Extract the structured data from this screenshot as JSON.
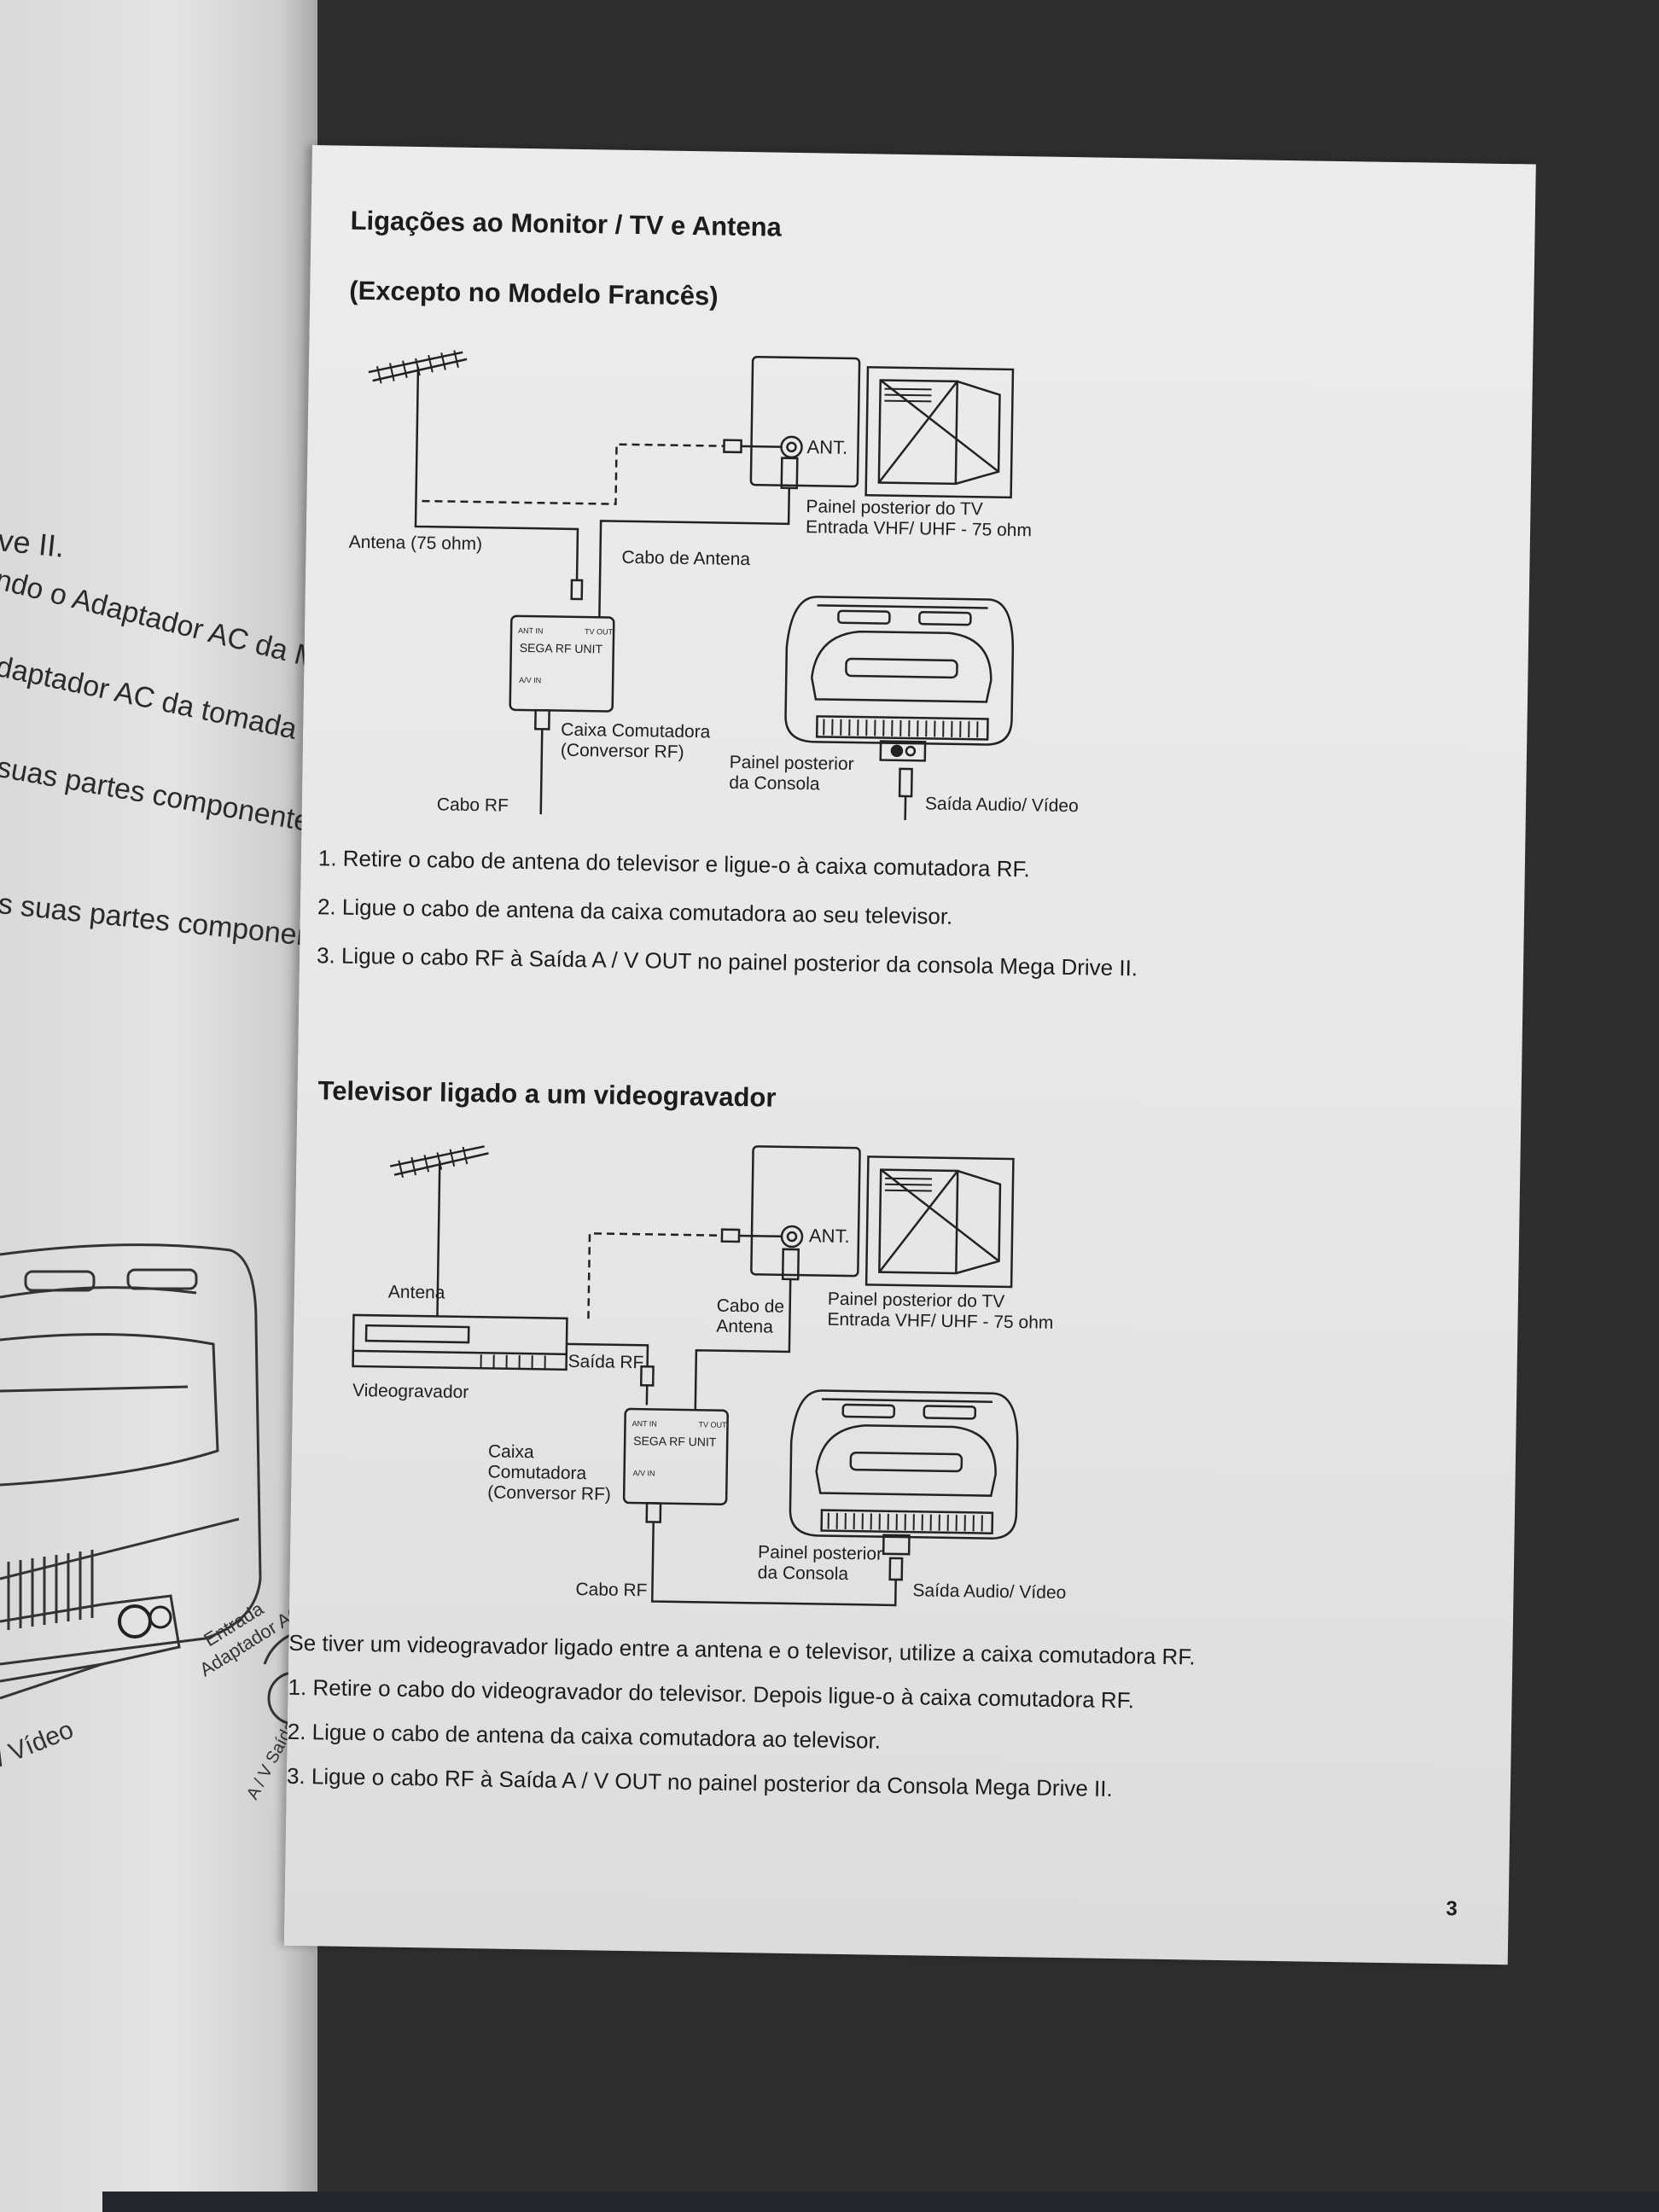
{
  "left_page": {
    "fragments": [
      "ve II.",
      "ndo o Adaptador AC da Mega Drive",
      "daptador AC da tomada de corrente",
      "suas partes componentes à luz solar",
      "s suas partes componentes."
    ],
    "diagram_labels": {
      "entrada": "Entrada",
      "adaptador_ac": "Adaptador AC",
      "video": "/ Vídeo",
      "av_saida": "A / V Saída"
    }
  },
  "page": {
    "title": "Ligações ao Monitor / TV e Antena",
    "subtitle": "(Excepto no Modelo Francês)",
    "diagram1": {
      "antena": "Antena (75 ohm)",
      "ant": "ANT.",
      "painel_tv": "Painel posterior do TV",
      "entrada_vhf": "Entrada VHF/ UHF - 75 ohm",
      "cabo_antena": "Cabo de Antena",
      "unit_name": "SEGA RF UNIT",
      "ant_in": "ANT IN",
      "tv_out": "TV OUT",
      "av_in": "A/V IN",
      "caixa": "Caixa Comutadora",
      "conversor": "(Conversor RF)",
      "painel_consola": "Painel posterior",
      "da_consola": "da Consola",
      "saida_av": "Saída Audio/ Vídeo",
      "cabo_rf": "Cabo RF"
    },
    "steps1": [
      "1. Retire o cabo de antena do televisor e ligue-o à caixa comutadora RF.",
      "2. Ligue o cabo de antena da caixa comutadora ao seu televisor.",
      "3. Ligue o cabo RF à Saída A / V OUT no painel posterior da consola Mega Drive II."
    ],
    "section2_title": "Televisor ligado a um videogravador",
    "diagram2": {
      "antena": "Antena",
      "ant": "ANT.",
      "painel_tv": "Painel posterior do TV",
      "entrada_vhf": "Entrada VHF/ UHF - 75 ohm",
      "cabo_de": "Cabo de",
      "antena2": "Antena",
      "saida_rf": "Saída RF",
      "videogravador": "Videogravador",
      "caixa": "Caixa",
      "comutadora": "Comutadora",
      "conversor": "(Conversor RF)",
      "unit_name": "SEGA RF UNIT",
      "ant_in": "ANT IN",
      "tv_out": "TV OUT",
      "av_in": "A/V IN",
      "painel_consola": "Painel posterior",
      "da_consola": "da Consola",
      "saida_av": "Saída Audio/ Vídeo",
      "cabo_rf": "Cabo RF"
    },
    "intro2": "Se tiver um videogravador ligado entre a antena e o televisor, utilize a caixa comutadora RF.",
    "steps2": [
      "1. Retire o cabo do videogravador do televisor. Depois ligue-o à caixa comutadora RF.",
      "2. Ligue o cabo de antena da caixa comutadora ao televisor.",
      "3. Ligue o cabo RF à Saída A / V OUT no painel posterior da Consola Mega Drive II."
    ],
    "page_number": "3"
  }
}
